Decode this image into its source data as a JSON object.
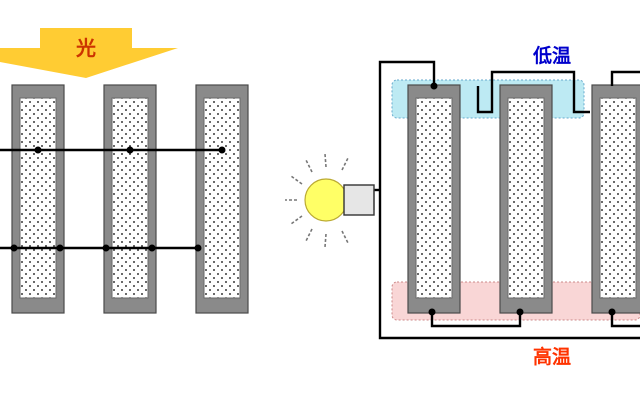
{
  "labels": {
    "light": "光",
    "low_temp": "低温",
    "high_temp": "高温"
  },
  "colors": {
    "arrow": "#FFCC33",
    "light_text": "#CC3300",
    "low_band": "#BDEAF3",
    "high_band": "#F9D6D6",
    "low_text": "#0000CC",
    "high_text": "#FF3300",
    "bulb": "#FFFF66"
  },
  "icons": {
    "arrow": "down-arrow-icon",
    "bulb": "light-bulb-icon"
  }
}
